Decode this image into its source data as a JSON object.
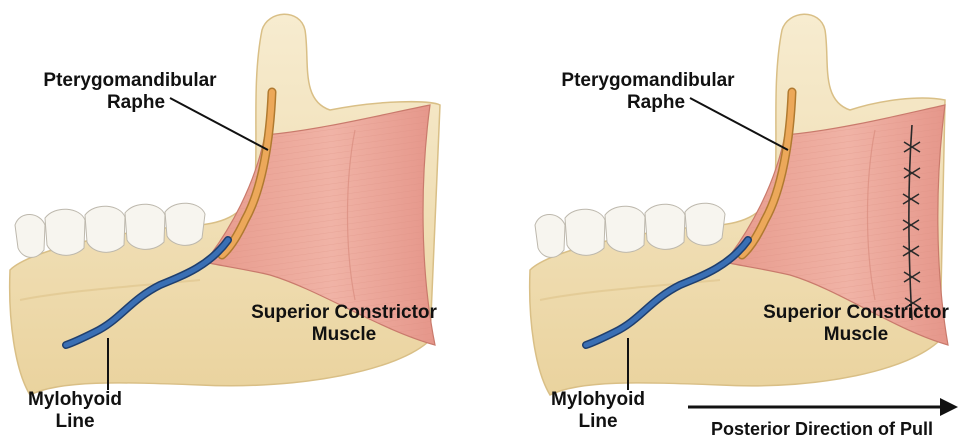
{
  "panels": [
    {
      "id": "left",
      "labels": {
        "raphe_line1": "Pterygomandibular",
        "raphe_line2": "Raphe",
        "muscle_line1": "Superior Constrictor",
        "muscle_line2": "Muscle",
        "mylohyoid_line1": "Mylohyoid",
        "mylohyoid_line2": "Line"
      },
      "sutured": false
    },
    {
      "id": "right",
      "labels": {
        "raphe_line1": "Pterygomandibular",
        "raphe_line2": "Raphe",
        "muscle_line1": "Superior Constrictor",
        "muscle_line2": "Muscle",
        "mylohyoid_line1": "Mylohyoid",
        "mylohyoid_line2": "Line"
      },
      "sutured": true
    }
  ],
  "arrow": {
    "label": "Posterior Direction of Pull"
  },
  "colors": {
    "bone": "#f3e3b8",
    "bone_shadow": "#e2c98f",
    "muscle": "#e9a396",
    "muscle_light": "#f2beb2",
    "raphe": "#e8a24a",
    "mylohyoid": "#2e5f9e",
    "suture": "#333333"
  }
}
